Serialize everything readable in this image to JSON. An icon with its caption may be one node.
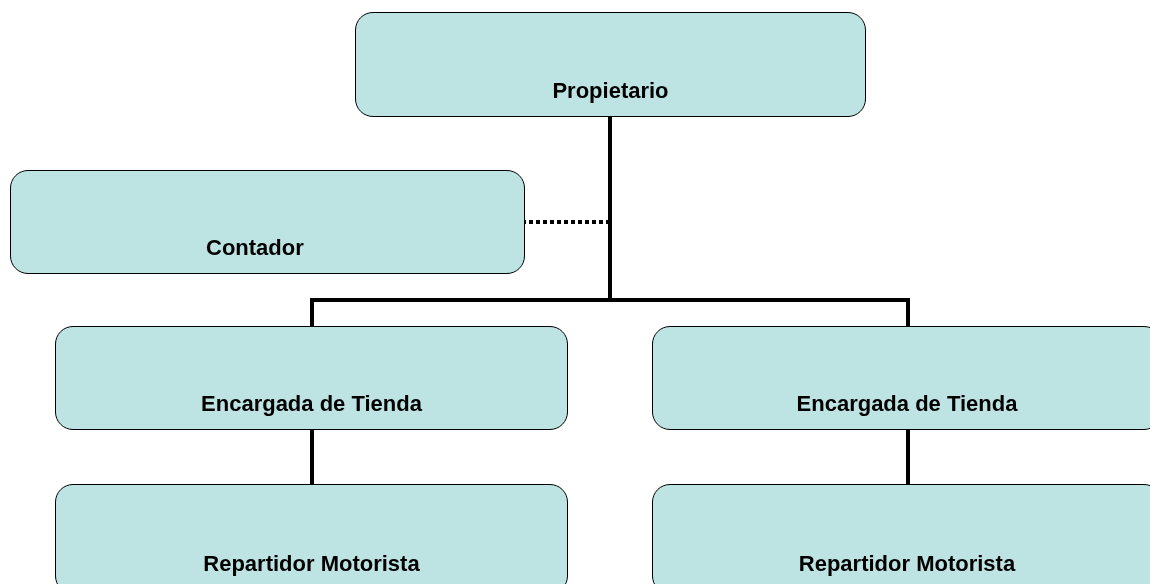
{
  "diagram": {
    "nodes": [
      {
        "text": [
          "Propietario"
        ]
      },
      {
        "text": [
          "Contador"
        ]
      },
      {
        "text": [
          "Encargada de Tienda"
        ]
      },
      {
        "text": [
          "Encargada de Tienda"
        ]
      },
      {
        "text": [
          "Repartidor Motorista"
        ]
      },
      {
        "text": [
          "Repartidor Motorista"
        ]
      }
    ],
    "edges": [
      {
        "from": 0,
        "to": 1,
        "arrow": "none",
        "style": "dashed"
      },
      {
        "from": 0,
        "to": 2,
        "arrow": "none"
      },
      {
        "from": 0,
        "to": 3,
        "arrow": "none"
      },
      {
        "from": 2,
        "to": 4,
        "arrow": "none"
      },
      {
        "from": 3,
        "to": 5,
        "arrow": "none"
      }
    ]
  }
}
